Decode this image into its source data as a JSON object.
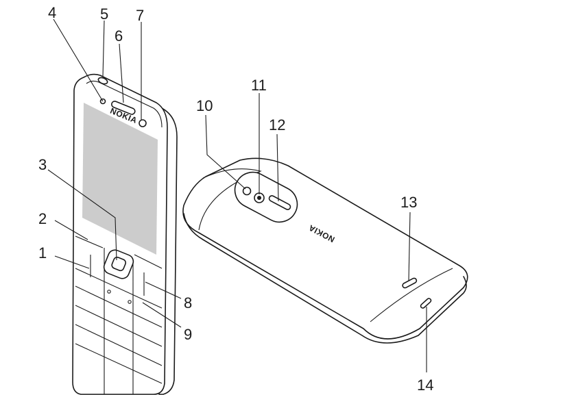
{
  "front_phone": {
    "brand_label": "NOKIA"
  },
  "back_phone": {
    "brand_label": "NOKIA"
  },
  "callouts": [
    {
      "id": "c1",
      "label": "1"
    },
    {
      "id": "c2",
      "label": "2"
    },
    {
      "id": "c3",
      "label": "3"
    },
    {
      "id": "c4",
      "label": "4"
    },
    {
      "id": "c5",
      "label": "5"
    },
    {
      "id": "c6",
      "label": "6"
    },
    {
      "id": "c7",
      "label": "7"
    },
    {
      "id": "c8",
      "label": "8"
    },
    {
      "id": "c9",
      "label": "9"
    },
    {
      "id": "c10",
      "label": "10"
    },
    {
      "id": "c11",
      "label": "11"
    },
    {
      "id": "c12",
      "label": "12"
    },
    {
      "id": "c13",
      "label": "13"
    },
    {
      "id": "c14",
      "label": "14"
    }
  ],
  "colors": {
    "line": "#1a1a1a",
    "screen": "#cccccc",
    "background": "#ffffff"
  }
}
